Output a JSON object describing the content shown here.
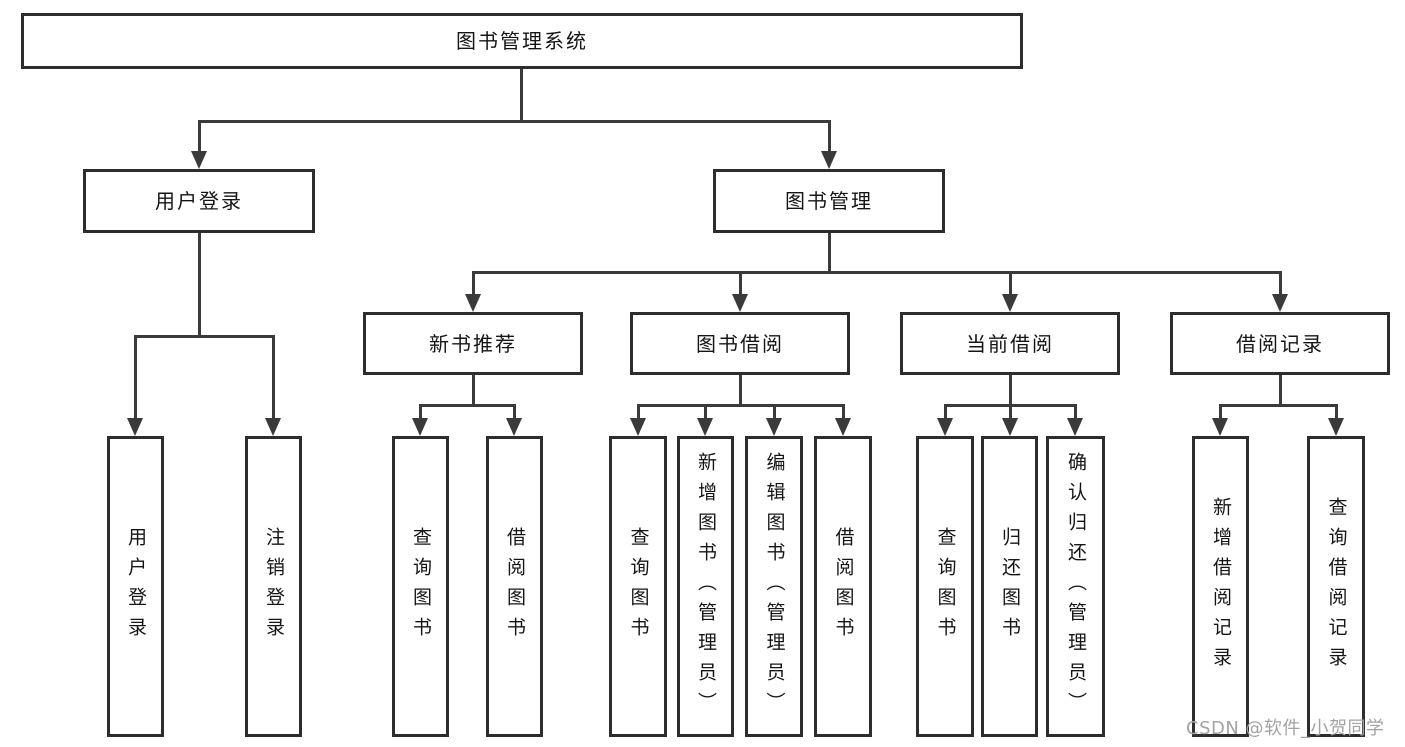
{
  "diagram": {
    "root": {
      "label": "图书管理系统"
    },
    "branches": [
      {
        "label": "用户登录",
        "children": [
          {
            "label": "用户登录"
          },
          {
            "label": "注销登录"
          }
        ]
      },
      {
        "label": "图书管理",
        "children": [
          {
            "label": "新书推荐",
            "children": [
              {
                "label": "查询图书"
              },
              {
                "label": "借阅图书"
              }
            ]
          },
          {
            "label": "图书借阅",
            "children": [
              {
                "label": "查询图书"
              },
              {
                "label": "新增图书（管理员）"
              },
              {
                "label": "编辑图书（管理员）"
              },
              {
                "label": "借阅图书"
              }
            ]
          },
          {
            "label": "当前借阅",
            "children": [
              {
                "label": "查询图书"
              },
              {
                "label": "归还图书"
              },
              {
                "label": "确认归还（管理员）"
              }
            ]
          },
          {
            "label": "借阅记录",
            "children": [
              {
                "label": "新增借阅记录"
              },
              {
                "label": "查询借阅记录"
              }
            ]
          }
        ]
      }
    ]
  },
  "watermark": {
    "text": "CSDN @软件_小贺同学",
    "color": "#a3a3a3"
  },
  "colors": {
    "line": "#3a3a3a",
    "box_border": "#2d2d2d",
    "text": "#151515",
    "background": "#ffffff"
  }
}
